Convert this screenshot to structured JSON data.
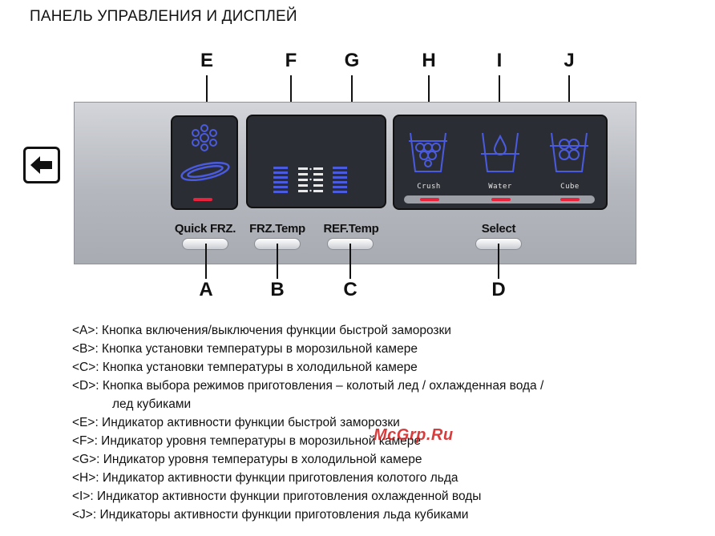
{
  "title": "ПАНЕЛЬ УПРАВЛЕНИЯ И ДИСПЛЕЙ",
  "letters": {
    "A": "A",
    "B": "B",
    "C": "C",
    "D": "D",
    "E": "E",
    "F": "F",
    "G": "G",
    "H": "H",
    "I": "I",
    "J": "J"
  },
  "buttons": {
    "quick_frz": "Quick FRZ.",
    "frz_temp": "FRZ.Temp",
    "ref_temp": "REF.Temp",
    "select": "Select"
  },
  "modes": {
    "crush": "Crush",
    "water": "Water",
    "cube": "Cube"
  },
  "descriptions": [
    "<A>: Кнопка включения/выключения функции быстрой заморозки",
    "<B>: Кнопка установки температуры в морозильной камере",
    "<C>: Кнопка установки температуры в холодильной камере",
    "<D>: Кнопка выбора режимов приготовления – колотый лед / охлажденная вода /",
    "лед кубиками",
    "<E>: Индикатор активности функции быстрой заморозки",
    "<F>: Индикатор уровня температуры в морозильной камере",
    "<G>: Индикатор уровня температуры в холодильной камере",
    "<H>: Индикатор активности функции приготовления колотого льда",
    "<I>: Индикатор активности функции приготовления охлажденной воды",
    "<J>: Индикаторы активности функции приготовления льда кубиками"
  ],
  "watermark": "McGrp.Ru",
  "icons": {
    "back": "back-arrow-icon",
    "snowflake": "snowflake-icon",
    "swirl": "swirl-icon",
    "crush": "crushed-ice-glass-icon",
    "water": "water-glass-icon",
    "cube": "ice-cube-glass-icon"
  },
  "colors": {
    "led": "#e8233b",
    "display_icon": "#4a5be0",
    "panel": "#b4b7bd",
    "window": "#2a2d33"
  }
}
